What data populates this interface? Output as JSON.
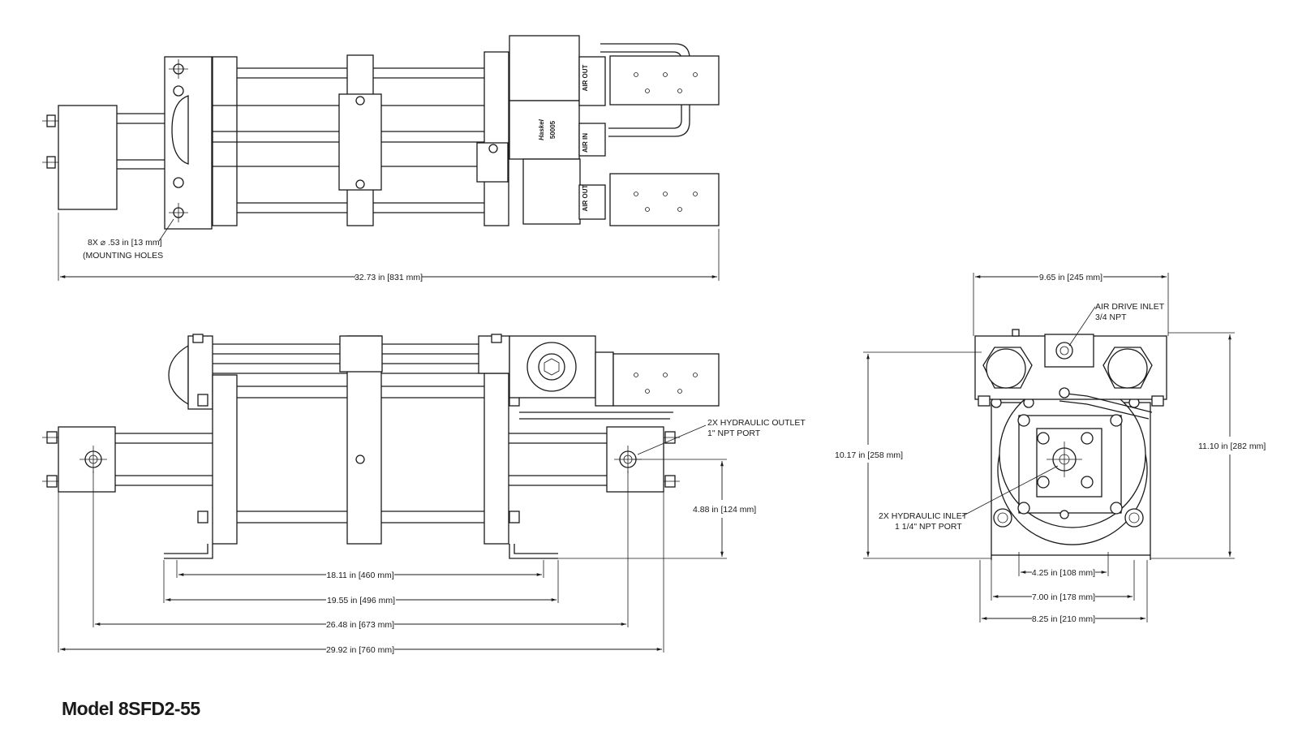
{
  "title": "Model 8SFD2-55",
  "top_view": {
    "overall_length": "32.73 in [831 mm]",
    "mounting_note_line1": "8X ⌀ .53 in [13 mm]",
    "mounting_note_line2": "(MOUNTING HOLES",
    "stamp_air_out": "AIR OUT",
    "stamp_air_in": "AIR IN",
    "stamp_logo": "Haskel",
    "stamp_serial": "50005"
  },
  "front_view": {
    "dim_18_11": "18.11 in [460 mm]",
    "dim_19_55": "19.55 in [496 mm]",
    "dim_26_48": "26.48 in [673 mm]",
    "dim_29_92": "29.92 in [760 mm]",
    "dim_4_88": "4.88 in [124 mm]",
    "outlet_line1": "2X HYDRAULIC OUTLET",
    "outlet_line2": "1\" NPT PORT"
  },
  "side_view": {
    "dim_9_65": "9.65 in [245 mm]",
    "dim_10_17": "10.17 in [258 mm]",
    "dim_11_10": "11.10 in [282 mm]",
    "dim_4_25": "4.25 in [108 mm]",
    "dim_7_00": "7.00 in [178 mm]",
    "dim_8_25": "8.25 in [210 mm]",
    "air_inlet_line1": "AIR DRIVE INLET",
    "air_inlet_line2": "3/4 NPT",
    "hyd_inlet_line1": "2X HYDRAULIC INLET",
    "hyd_inlet_line2": "1  1/4\" NPT PORT"
  }
}
